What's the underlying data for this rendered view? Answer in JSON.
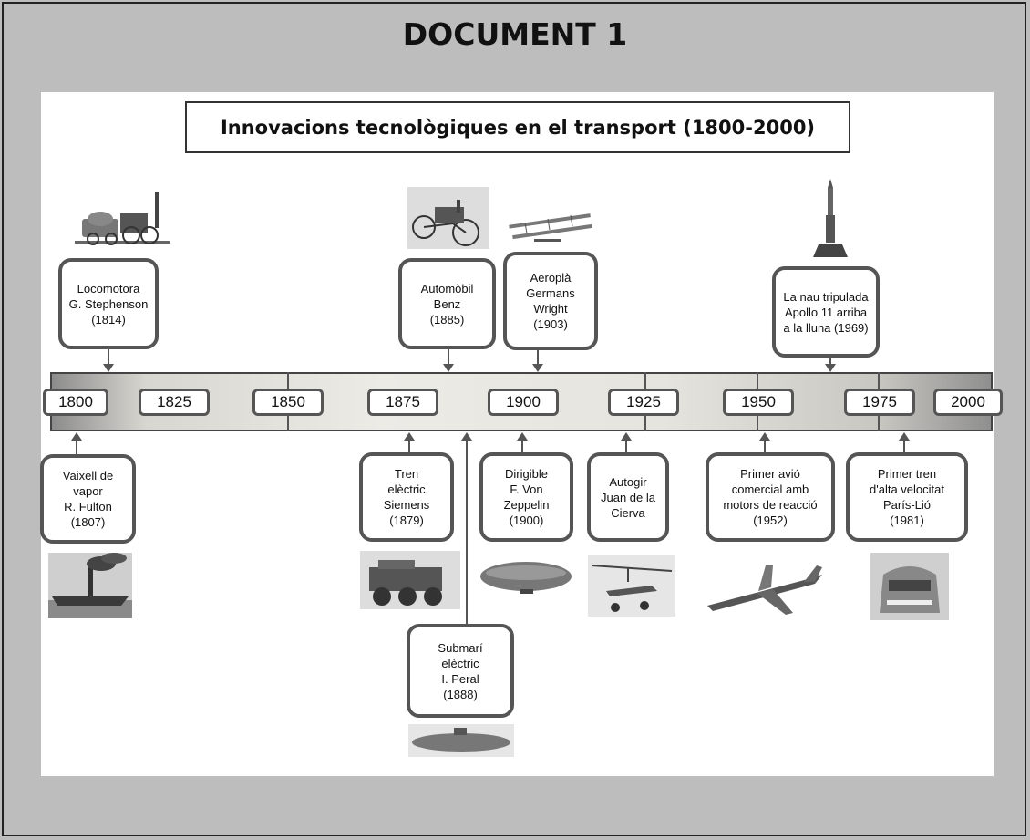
{
  "document_title": "DOCUMENT 1",
  "main_title": "Innovacions tecnològiques en el transport (1800-2000)",
  "years": [
    "1800",
    "1825",
    "1850",
    "1875",
    "1900",
    "1925",
    "1950",
    "1975",
    "2000"
  ],
  "events_top": [
    {
      "id": "locomotora",
      "lines": [
        "Locomotora",
        "G. Stephenson",
        "(1814)"
      ]
    },
    {
      "id": "automobil",
      "lines": [
        "Automòbil",
        "Benz",
        "(1885)"
      ]
    },
    {
      "id": "aeropla",
      "lines": [
        "Aeroplà",
        "Germans",
        "Wright",
        "(1903)"
      ]
    },
    {
      "id": "apollo",
      "lines": [
        "La nau tripulada",
        "Apollo 11 arriba",
        "a la lluna (1969)"
      ]
    }
  ],
  "events_bottom": [
    {
      "id": "vaixell",
      "lines": [
        "Vaixell de",
        "vapor",
        "R. Fulton",
        "(1807)"
      ]
    },
    {
      "id": "tren-electric",
      "lines": [
        "Tren",
        "elèctric",
        "Siemens",
        "(1879)"
      ]
    },
    {
      "id": "submari",
      "lines": [
        "Submarí",
        "elèctric",
        "I. Peral",
        "(1888)"
      ]
    },
    {
      "id": "dirigible",
      "lines": [
        "Dirigible",
        "F. Von",
        "Zeppelin",
        "(1900)"
      ]
    },
    {
      "id": "autogir",
      "lines": [
        "Autogir",
        "Juan de la",
        "Cierva"
      ]
    },
    {
      "id": "avio",
      "lines": [
        "Primer avió",
        "comercial amb",
        "motors de reacció",
        "(1952)"
      ]
    },
    {
      "id": "tren-alta",
      "lines": [
        "Primer tren",
        "d'alta velocitat",
        "París-Lió",
        "(1981)"
      ]
    }
  ]
}
